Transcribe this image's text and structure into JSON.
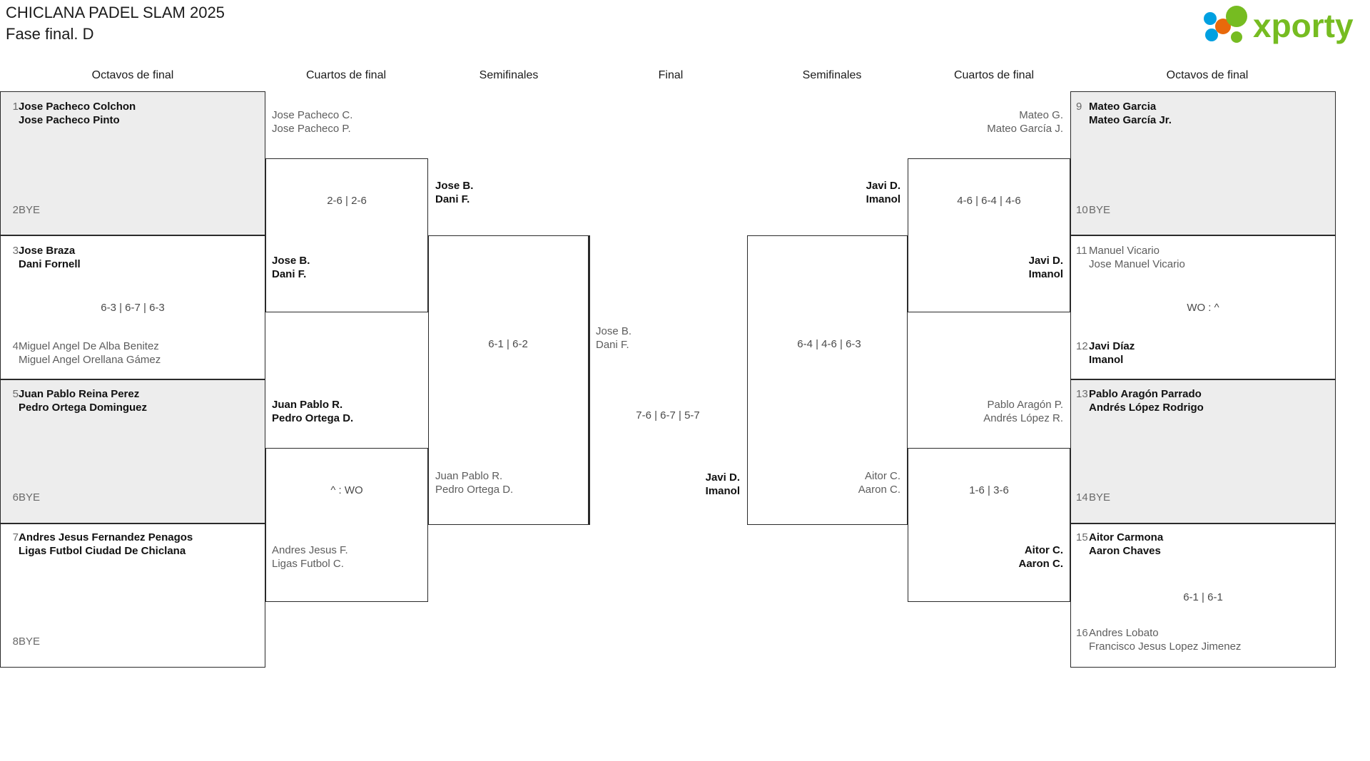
{
  "header": {
    "tournament": "CHICLANA PADEL SLAM 2025",
    "phase": "Fase final. D",
    "logo_text": "xporty",
    "logo_colors": {
      "green": "#76bc21",
      "blue": "#00a0e1",
      "orange": "#e8690b"
    }
  },
  "rounds": [
    {
      "label": "Octavos de final",
      "side": "left"
    },
    {
      "label": "Cuartos de final",
      "side": "left"
    },
    {
      "label": "Semifinales",
      "side": "left"
    },
    {
      "label": "Final",
      "side": "center"
    },
    {
      "label": "Semifinales",
      "side": "right"
    },
    {
      "label": "Cuartos de final",
      "side": "right"
    },
    {
      "label": "Octavos de final",
      "side": "right"
    }
  ],
  "left_octavos": [
    {
      "seed": "1",
      "p1": "Jose Pacheco Colchon",
      "p2": "Jose Pacheco Pinto",
      "state": "win"
    },
    {
      "seed": "2",
      "p1": "BYE",
      "p2": "",
      "state": "bye"
    },
    {
      "seed": "3",
      "p1": "Jose Braza",
      "p2": "Dani Fornell",
      "state": "win"
    },
    {
      "seed": "4",
      "p1": "Miguel Angel De Alba Benitez",
      "p2": "Miguel Angel Orellana Gámez",
      "state": "lose"
    },
    {
      "seed": "5",
      "p1": "Juan Pablo Reina Perez",
      "p2": "Pedro Ortega Dominguez",
      "state": "win"
    },
    {
      "seed": "6",
      "p1": "BYE",
      "p2": "",
      "state": "bye"
    },
    {
      "seed": "7",
      "p1": "Andres Jesus Fernandez Penagos",
      "p2": "Ligas Futbol Ciudad De Chiclana",
      "state": "win"
    },
    {
      "seed": "8",
      "p1": "BYE",
      "p2": "",
      "state": "bye"
    }
  ],
  "left_octavos_scores": [
    {
      "text": ""
    },
    {
      "text": "6-3 | 6-7 | 6-3"
    },
    {
      "text": ""
    },
    {
      "text": ""
    }
  ],
  "left_cuartos": [
    {
      "p1": "Jose Pacheco C.",
      "p2": "Jose Pacheco P.",
      "state": "lose"
    },
    {
      "p1": "Jose B.",
      "p2": "Dani F.",
      "state": "win"
    },
    {
      "p1": "Juan Pablo R.",
      "p2": "Pedro Ortega D.",
      "state": "win"
    },
    {
      "p1": "Andres Jesus F.",
      "p2": "Ligas Futbol C.",
      "state": "lose"
    }
  ],
  "left_cuartos_scores": [
    {
      "text": "2-6 | 2-6"
    },
    {
      "text": "^ : WO"
    }
  ],
  "left_semis": [
    {
      "p1": "Jose B.",
      "p2": "Dani F.",
      "state": "win"
    },
    {
      "p1": "Juan Pablo R.",
      "p2": "Pedro Ortega D.",
      "state": "lose"
    }
  ],
  "left_semis_scores": [
    {
      "text": "6-1 | 6-2"
    }
  ],
  "final": {
    "left_finalist": {
      "p1": "Jose B.",
      "p2": "Dani F.",
      "state": "lose"
    },
    "right_finalist": {
      "p1": "Javi D.",
      "p2": "Imanol",
      "state": "win"
    },
    "score": "7-6 | 6-7 | 5-7"
  },
  "right_semis": [
    {
      "p1": "Javi D.",
      "p2": "Imanol",
      "state": "win"
    },
    {
      "p1": "Aitor C.",
      "p2": "Aaron C.",
      "state": "lose"
    }
  ],
  "right_semis_scores": [
    {
      "text": "6-4 | 4-6 | 6-3"
    }
  ],
  "right_cuartos": [
    {
      "p1": "Mateo G.",
      "p2": "Mateo García J.",
      "state": "lose"
    },
    {
      "p1": "Javi D.",
      "p2": "Imanol",
      "state": "win"
    },
    {
      "p1": "Pablo Aragón P.",
      "p2": "Andrés López R.",
      "state": "lose"
    },
    {
      "p1": "Aitor C.",
      "p2": "Aaron C.",
      "state": "win"
    }
  ],
  "right_cuartos_scores": [
    {
      "text": "4-6 | 6-4 | 4-6"
    },
    {
      "text": "1-6 | 3-6"
    }
  ],
  "right_octavos": [
    {
      "seed": "9",
      "p1": "Mateo Garcia",
      "p2": "Mateo García Jr.",
      "state": "win"
    },
    {
      "seed": "10",
      "p1": "BYE",
      "p2": "",
      "state": "bye"
    },
    {
      "seed": "11",
      "p1": "Manuel Vicario",
      "p2": "Jose Manuel Vicario",
      "state": "lose"
    },
    {
      "seed": "12",
      "p1": "Javi Díaz",
      "p2": "Imanol",
      "state": "win"
    },
    {
      "seed": "13",
      "p1": "Pablo Aragón Parrado",
      "p2": "Andrés López Rodrigo",
      "state": "win"
    },
    {
      "seed": "14",
      "p1": "BYE",
      "p2": "",
      "state": "bye"
    },
    {
      "seed": "15",
      "p1": "Aitor Carmona",
      "p2": "Aaron Chaves",
      "state": "win"
    },
    {
      "seed": "16",
      "p1": "Andres Lobato",
      "p2": "Francisco Jesus Lopez Jimenez",
      "state": "lose"
    }
  ],
  "right_octavos_scores": [
    {
      "text": ""
    },
    {
      "text": "WO : ^"
    },
    {
      "text": ""
    },
    {
      "text": "6-1 | 6-1"
    }
  ]
}
